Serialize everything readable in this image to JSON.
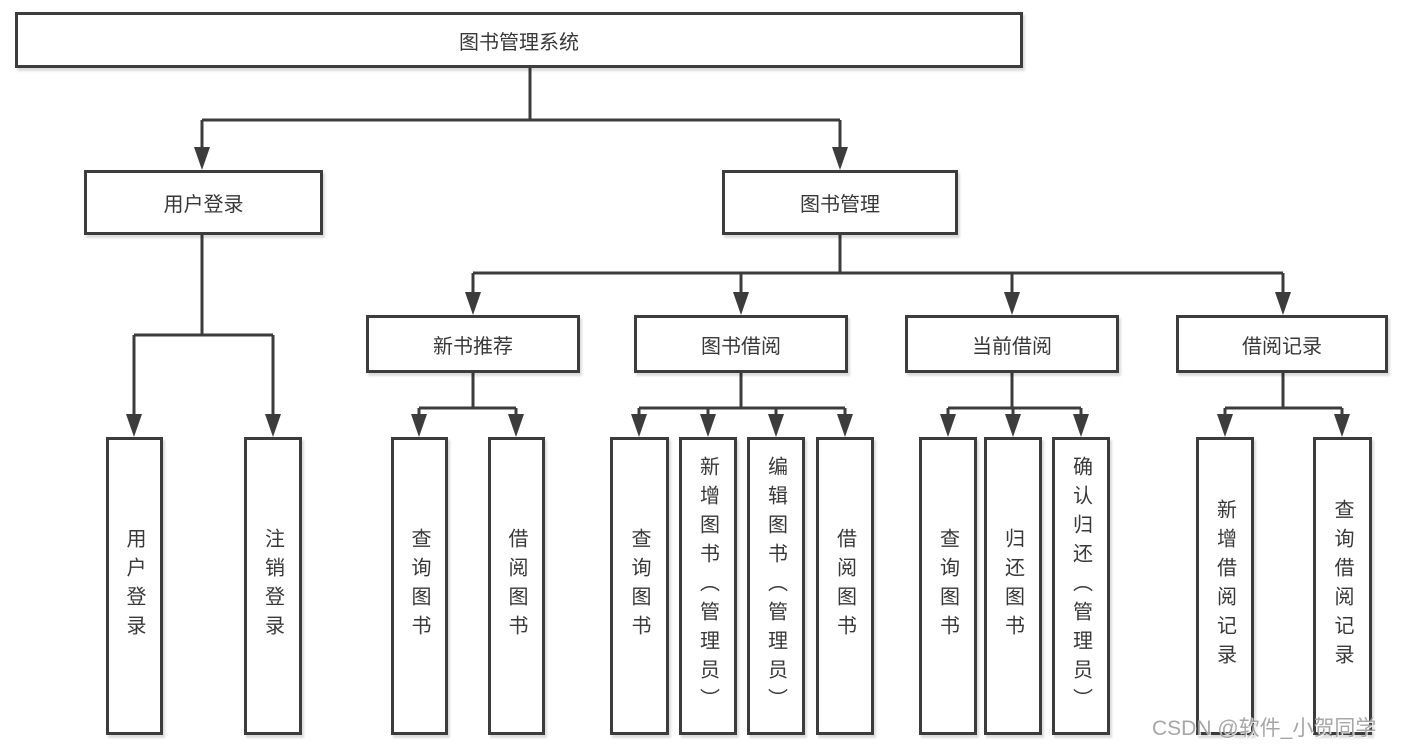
{
  "colors": {
    "line": "#3c3c3c",
    "box_border": "#3c3c3c",
    "box_fill": "#ffffff",
    "text": "#383838",
    "watermark": "#9e9e9e",
    "background": "#ffffff"
  },
  "watermark": {
    "text": "CSDN @软件_小贺同学"
  },
  "tree": {
    "root": {
      "label": "图书管理系统",
      "children": [
        {
          "label": "用户登录",
          "children": [
            {
              "label": "用户登录"
            },
            {
              "label": "注销登录"
            }
          ]
        },
        {
          "label": "图书管理",
          "children": [
            {
              "label": "新书推荐",
              "children": [
                {
                  "label": "查询图书"
                },
                {
                  "label": "借阅图书"
                }
              ]
            },
            {
              "label": "图书借阅",
              "children": [
                {
                  "label": "查询图书"
                },
                {
                  "label": "新增图书（管理员）"
                },
                {
                  "label": "编辑图书（管理员）"
                },
                {
                  "label": "借阅图书"
                }
              ]
            },
            {
              "label": "当前借阅",
              "children": [
                {
                  "label": "查询图书"
                },
                {
                  "label": "归还图书"
                },
                {
                  "label": "确认归还（管理员）"
                }
              ]
            },
            {
              "label": "借阅记录",
              "children": [
                {
                  "label": "新增借阅记录"
                },
                {
                  "label": "查询借阅记录"
                }
              ]
            }
          ]
        }
      ]
    }
  }
}
